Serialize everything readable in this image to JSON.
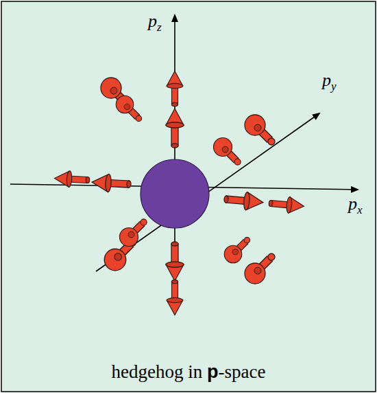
{
  "diagram": {
    "caption": "hedgehog in p-space",
    "labels": [
      "pz",
      "py",
      "px"
    ]
  }
}
